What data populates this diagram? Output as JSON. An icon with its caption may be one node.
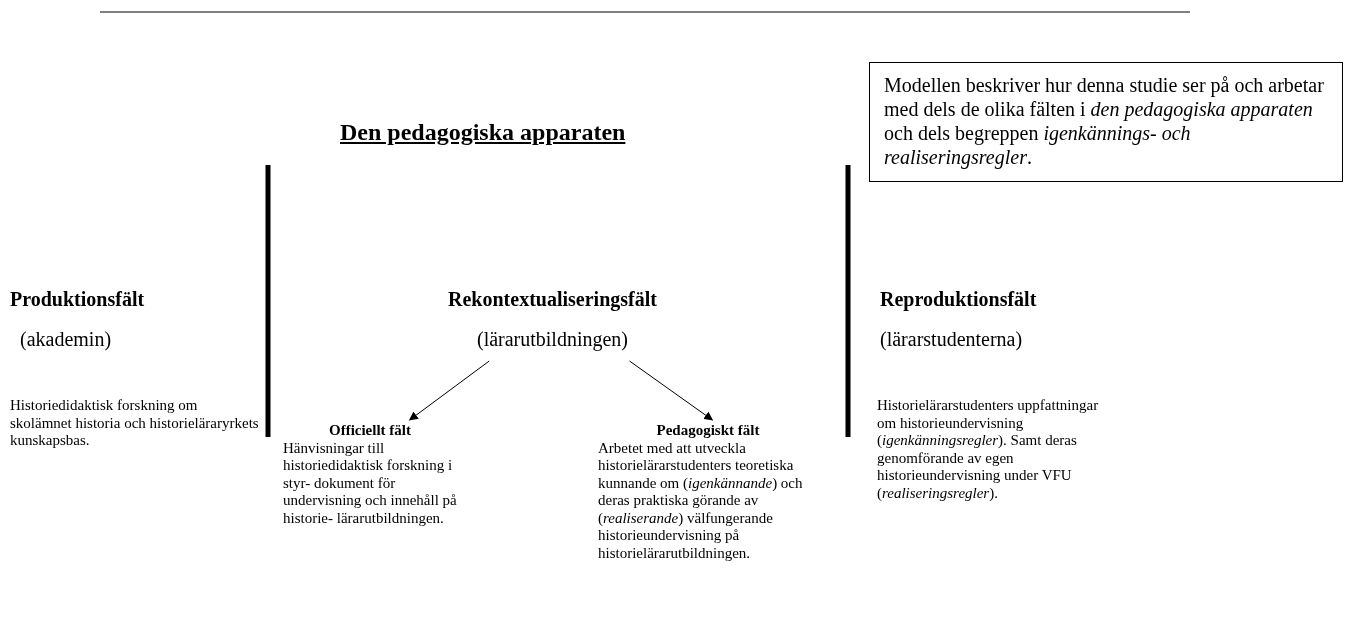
{
  "diagram": {
    "title": "Den pedagogiska apparaten",
    "nodes": [
      {
        "text": [
          "Modellen beskriver hur denna studie ser på och arbetar med dels de olika fälten i *den pedagogiska apparaten* och dels begreppen *igenkännings- och realiseringsregler*."
        ]
      },
      {
        "text": [
          "Rekontextualiseringsfält",
          "(lärarutbildningen)"
        ]
      },
      {
        "text": [
          "Officiellt fält",
          "Hänvisningar till historiedidaktisk forskning i styr- dokument för undervisning och innehåll på historie- lärarutbildningen."
        ]
      },
      {
        "text": [
          "Pedagogiskt fält",
          "Arbetet med att utveckla historielärarstudenters teoretiska kunnande om (*igenkännande*) och deras praktiska görande av (*realiserande*) välfungerande historieundervisning på historielärarutbildningen."
        ]
      }
    ],
    "edges": [
      {
        "from": 1,
        "to": 2,
        "arrow": "to"
      },
      {
        "from": 1,
        "to": 3,
        "arrow": "to"
      }
    ],
    "labels": [
      "Produktionsfält",
      "(akademin)",
      "Historiedidaktisk forskning om skolämnet historia och historieläraryrkets kunskapsbas.",
      "Reproduktionsfält",
      "(lärarstudenterna)",
      "Historielärarstudenters uppfattningar om historieundervisning (*igenkänningsregler*). Samt deras genomförande av egen historieundervisning under VFU (*realiseringsregler*)."
    ]
  }
}
